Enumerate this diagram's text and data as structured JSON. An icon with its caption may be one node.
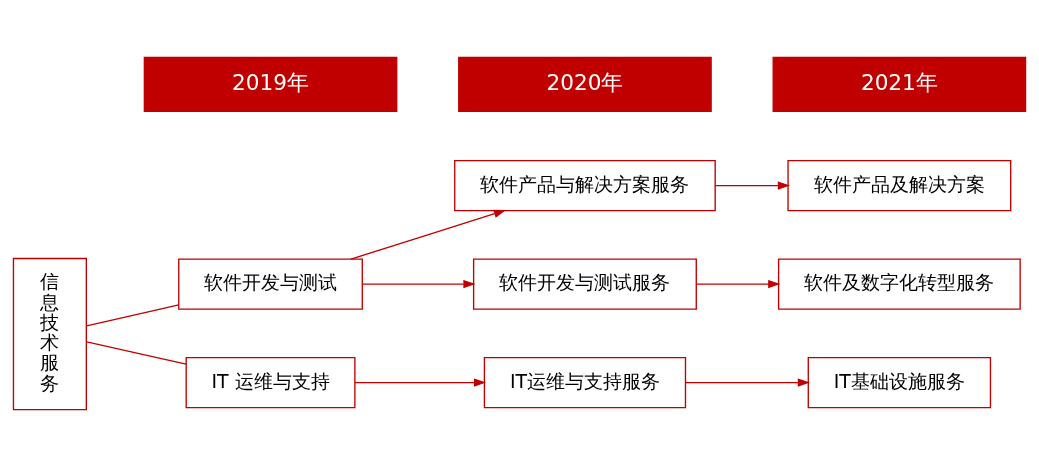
{
  "diagram": {
    "nodes": [
      {
        "text": [
          "信息技术服务"
        ]
      },
      {
        "text": [
          "软件开发与测试"
        ]
      },
      {
        "text": [
          "IT 运维与支持"
        ]
      },
      {
        "text": [
          "软件产品与解决方案服务"
        ]
      },
      {
        "text": [
          "软件开发与测试服务"
        ]
      },
      {
        "text": [
          "IT运维与支持服务"
        ]
      },
      {
        "text": [
          "软件产品及解决方案"
        ]
      },
      {
        "text": [
          "软件及数字化转型服务"
        ]
      },
      {
        "text": [
          "IT基础设施服务"
        ]
      }
    ],
    "edges": [
      {
        "from": 0,
        "to": 1,
        "arrow": "none"
      },
      {
        "from": 0,
        "to": 2,
        "arrow": "none"
      },
      {
        "from": 1,
        "to": 3,
        "arrow": "to"
      },
      {
        "from": 1,
        "to": 4,
        "arrow": "to"
      },
      {
        "from": 2,
        "to": 5,
        "arrow": "to"
      },
      {
        "from": 3,
        "to": 6,
        "arrow": "to"
      },
      {
        "from": 4,
        "to": 7,
        "arrow": "to"
      },
      {
        "from": 5,
        "to": 8,
        "arrow": "to"
      }
    ],
    "labels": [
      "2019年",
      "2020年",
      "2021年"
    ]
  }
}
